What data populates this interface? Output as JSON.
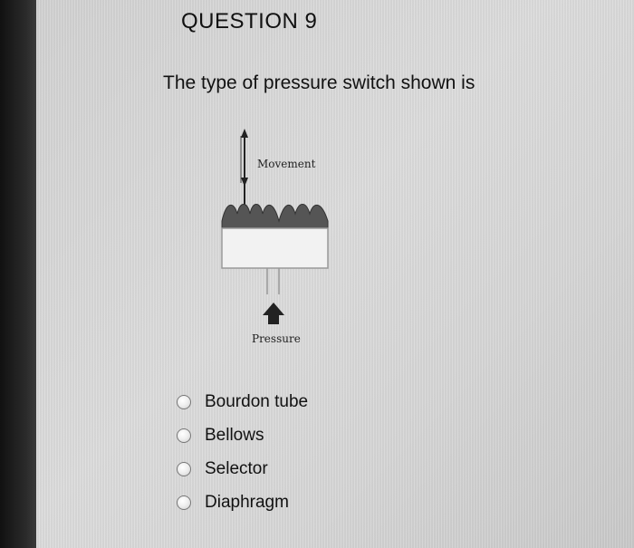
{
  "question": {
    "title": "QUESTION 9",
    "text": "The type of pressure switch shown is"
  },
  "figure": {
    "movement_label": "Movement",
    "pressure_label": "Pressure"
  },
  "options": [
    {
      "label": "Bourdon tube",
      "selected": false
    },
    {
      "label": "Bellows",
      "selected": false
    },
    {
      "label": "Selector",
      "selected": false
    },
    {
      "label": "Diaphragm",
      "selected": false
    }
  ]
}
